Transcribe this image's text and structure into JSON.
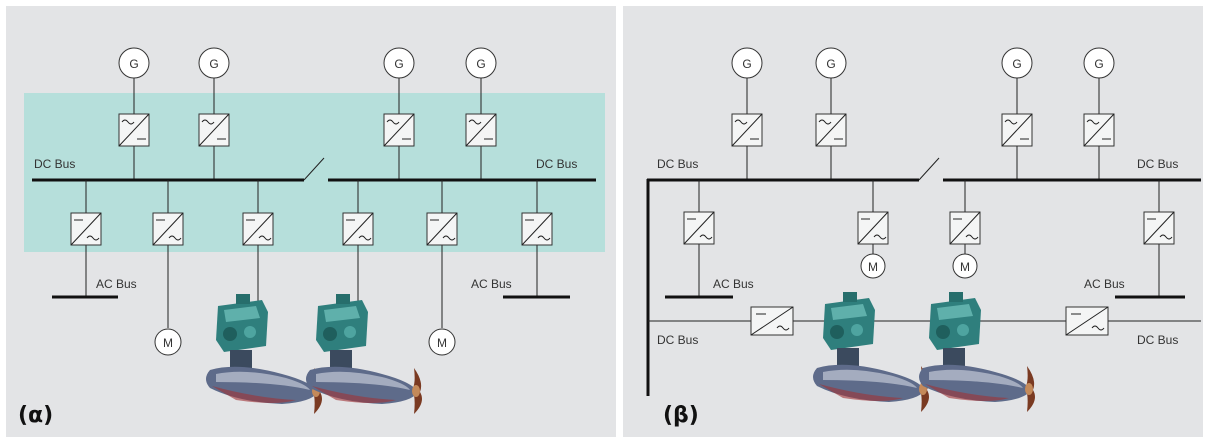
{
  "panel_a": {
    "caption": "(α)",
    "dc_bus_left": "DC Bus",
    "dc_bus_right": "DC Bus",
    "ac_bus_left": "AC Bus",
    "ac_bus_right": "AC Bus",
    "generator_symbol": "G",
    "motor_symbol": "M",
    "highlight_color": "#b6dfdb"
  },
  "panel_b": {
    "caption": "(β)",
    "dc_bus_top_left": "DC Bus",
    "dc_bus_top_right": "DC Bus",
    "dc_bus_bottom_left": "DC Bus",
    "dc_bus_bottom_right": "DC Bus",
    "ac_bus_left": "AC Bus",
    "ac_bus_right": "AC Bus",
    "generator_symbol": "G",
    "motor_symbol": "M"
  },
  "icons": {
    "converter": "converter-icon",
    "generator": "generator-icon",
    "motor": "motor-icon",
    "thruster": "azimuth-thruster-icon"
  },
  "colors": {
    "background": "#e3e4e6",
    "thruster_body": "#3a8c8a",
    "propeller": "#7a3a22"
  }
}
